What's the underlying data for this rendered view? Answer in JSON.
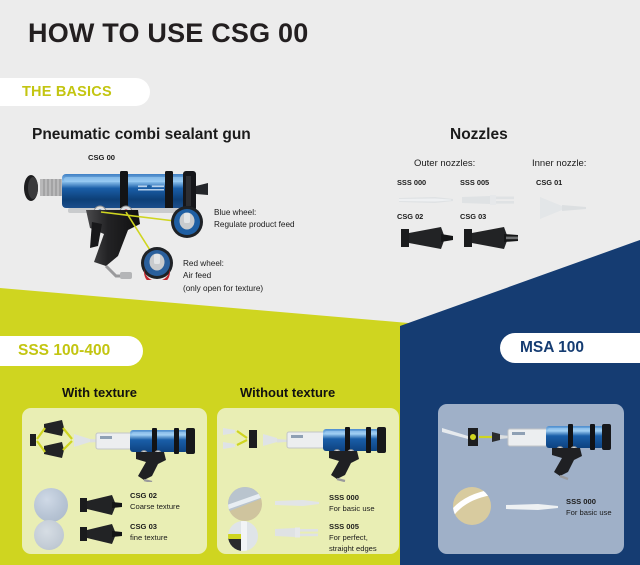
{
  "page": {
    "title": "HOW TO USE CSG 00",
    "background_color": "#ececec"
  },
  "badges": {
    "basics": "THE BASICS",
    "sss": "SSS 100-400",
    "msa": "MSA 100"
  },
  "colors": {
    "accent_yellow": "#cfd520",
    "accent_yellow_text": "#c3c511",
    "navy": "#153c72",
    "card_yellow": "#e9eeb4",
    "card_blue": "#9fb0c8",
    "title": "#231f20"
  },
  "basics": {
    "gun_section": {
      "heading": "Pneumatic combi sealant gun",
      "product_label": "CSG 00",
      "callouts": [
        {
          "name": "blue-wheel",
          "title": "Blue wheel:",
          "lines": [
            "Regulate product feed"
          ]
        },
        {
          "name": "red-wheel",
          "title": "Red wheel:",
          "lines": [
            "Air feed",
            "(only open for texture)"
          ]
        }
      ]
    },
    "nozzles_section": {
      "heading": "Nozzles",
      "outer_heading": "Outer nozzles:",
      "inner_heading": "Inner nozzle:",
      "outer": [
        {
          "label": "SSS 000",
          "kind": "translucent-taper"
        },
        {
          "label": "SSS 005",
          "kind": "translucent-flat"
        },
        {
          "label": "CSG 02",
          "kind": "black-funnel"
        },
        {
          "label": "CSG 03",
          "kind": "black-funnel-slot"
        }
      ],
      "inner": [
        {
          "label": "CSG 01",
          "kind": "translucent-funnel"
        }
      ]
    }
  },
  "sss_panel": {
    "columns": [
      {
        "heading": "With texture",
        "items": [
          {
            "code": "CSG 02",
            "desc": "Coarse texture",
            "nozzle": "black-funnel",
            "sample": "coarse"
          },
          {
            "code": "CSG 03",
            "desc": "fine texture",
            "nozzle": "black-funnel",
            "sample": "fine"
          }
        ]
      },
      {
        "heading": "Without texture",
        "items": [
          {
            "code": "SSS 000",
            "desc": "For basic use",
            "nozzle": "translucent-taper",
            "sample": "bead-corner"
          },
          {
            "code": "SSS 005",
            "desc_line1": "For perfect,",
            "desc_line2": "straight edges",
            "nozzle": "translucent-flat",
            "sample": "bead-edge"
          }
        ]
      }
    ]
  },
  "msa_panel": {
    "items": [
      {
        "code": "SSS 000",
        "desc": "For basic use",
        "nozzle": "translucent-taper",
        "sample": "beige"
      }
    ]
  }
}
